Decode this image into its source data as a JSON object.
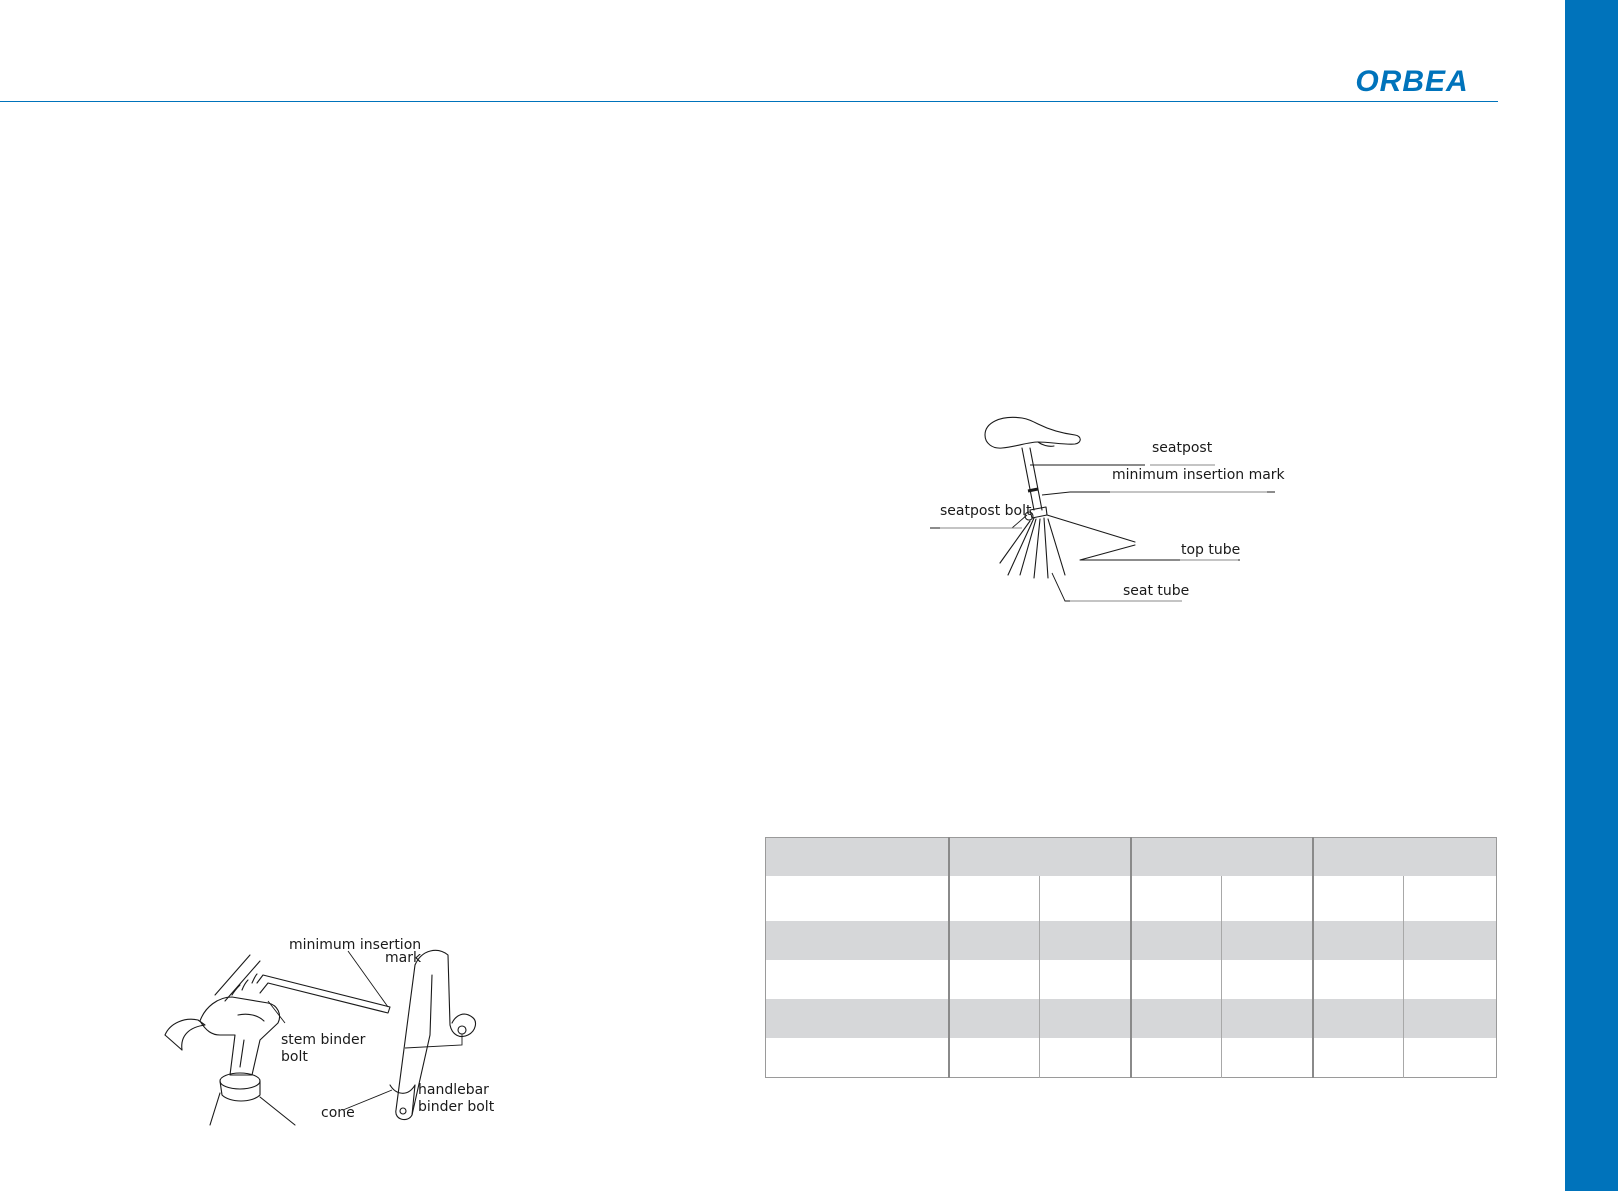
{
  "brand": {
    "logo_text": "ORBEA",
    "color": "#0073bb"
  },
  "stem_figure": {
    "labels": {
      "min_insertion_1": "minimum insertion",
      "min_insertion_2": "mark",
      "stem_bolt_1": "stem binder",
      "stem_bolt_2": "bolt",
      "handlebar_bolt_1": "handlebar",
      "handlebar_bolt_2": "binder bolt",
      "cone": "cone"
    }
  },
  "seatpost_figure": {
    "labels": {
      "seatpost": "seatpost",
      "min_insertion": "minimum insertion mark",
      "seatpost_bolt": "seatpost bolt",
      "top_tube": "top tube",
      "seat_tube": "seat tube"
    }
  },
  "table": {
    "header": [
      "",
      "",
      "",
      ""
    ],
    "rows": [
      [
        "",
        "",
        "",
        "",
        "",
        "",
        ""
      ],
      [
        "",
        "",
        "",
        "",
        "",
        "",
        ""
      ],
      [
        "",
        "",
        "",
        "",
        "",
        "",
        ""
      ],
      [
        "",
        "",
        "",
        "",
        "",
        "",
        ""
      ],
      [
        "",
        "",
        "",
        "",
        "",
        "",
        ""
      ]
    ]
  }
}
